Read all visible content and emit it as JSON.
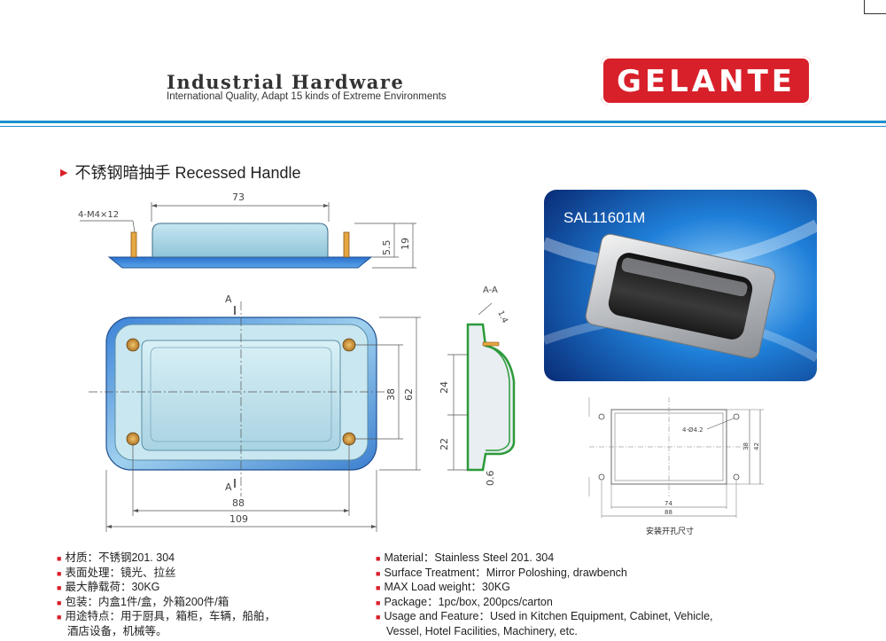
{
  "header": {
    "title": "Industrial Hardware",
    "subtitle": "International Quality, Adapt 15 kinds of Extreme Environments",
    "brand": "GELANTE"
  },
  "section": {
    "title": "不锈钢暗抽手 Recessed Handle"
  },
  "photo": {
    "model": "SAL11601M"
  },
  "drawing": {
    "screw": "4-M4×12",
    "dims": {
      "top_width": "73",
      "height_55": "5.5",
      "height_19": "19",
      "inner_88": "88",
      "outer_109": "109",
      "inner_38": "38",
      "outer_62": "62",
      "section_24": "24",
      "section_22": "22",
      "thick_06": "0.6",
      "thick_14": "1.4"
    },
    "section_label": "A-A",
    "mark_a": "A"
  },
  "cutout": {
    "holes": "4-Ø4.2",
    "w74": "74",
    "w88": "88",
    "h38": "38",
    "h42": "42",
    "label": "安装开孔尺寸"
  },
  "specs_cn": [
    "材质：不锈钢201. 304",
    "表面处理：镜光、拉丝",
    "最大静载荷：30KG",
    "包装：内盒1件/盒，外箱200件/箱",
    "用途特点：用于厨具，箱柜，车辆，船舶，"
  ],
  "specs_cn_cont": "酒店设备，机械等。",
  "specs_en": [
    "Material：Stainless Steel 201. 304",
    "Surface Treatment：Mirror Poloshing, drawbench",
    "MAX Load weight：30KG",
    "Package：1pc/box,  200pcs/carton",
    "Usage and Feature：Used in Kitchen Equipment, Cabinet, Vehicle,"
  ],
  "specs_en_cont": "Vessel, Hotel Facilities, Machinery, etc.",
  "colors": {
    "brand_red": "#d8202a",
    "rule_blue": "#1d8fd0",
    "part_blue": "#2f7fd6"
  }
}
